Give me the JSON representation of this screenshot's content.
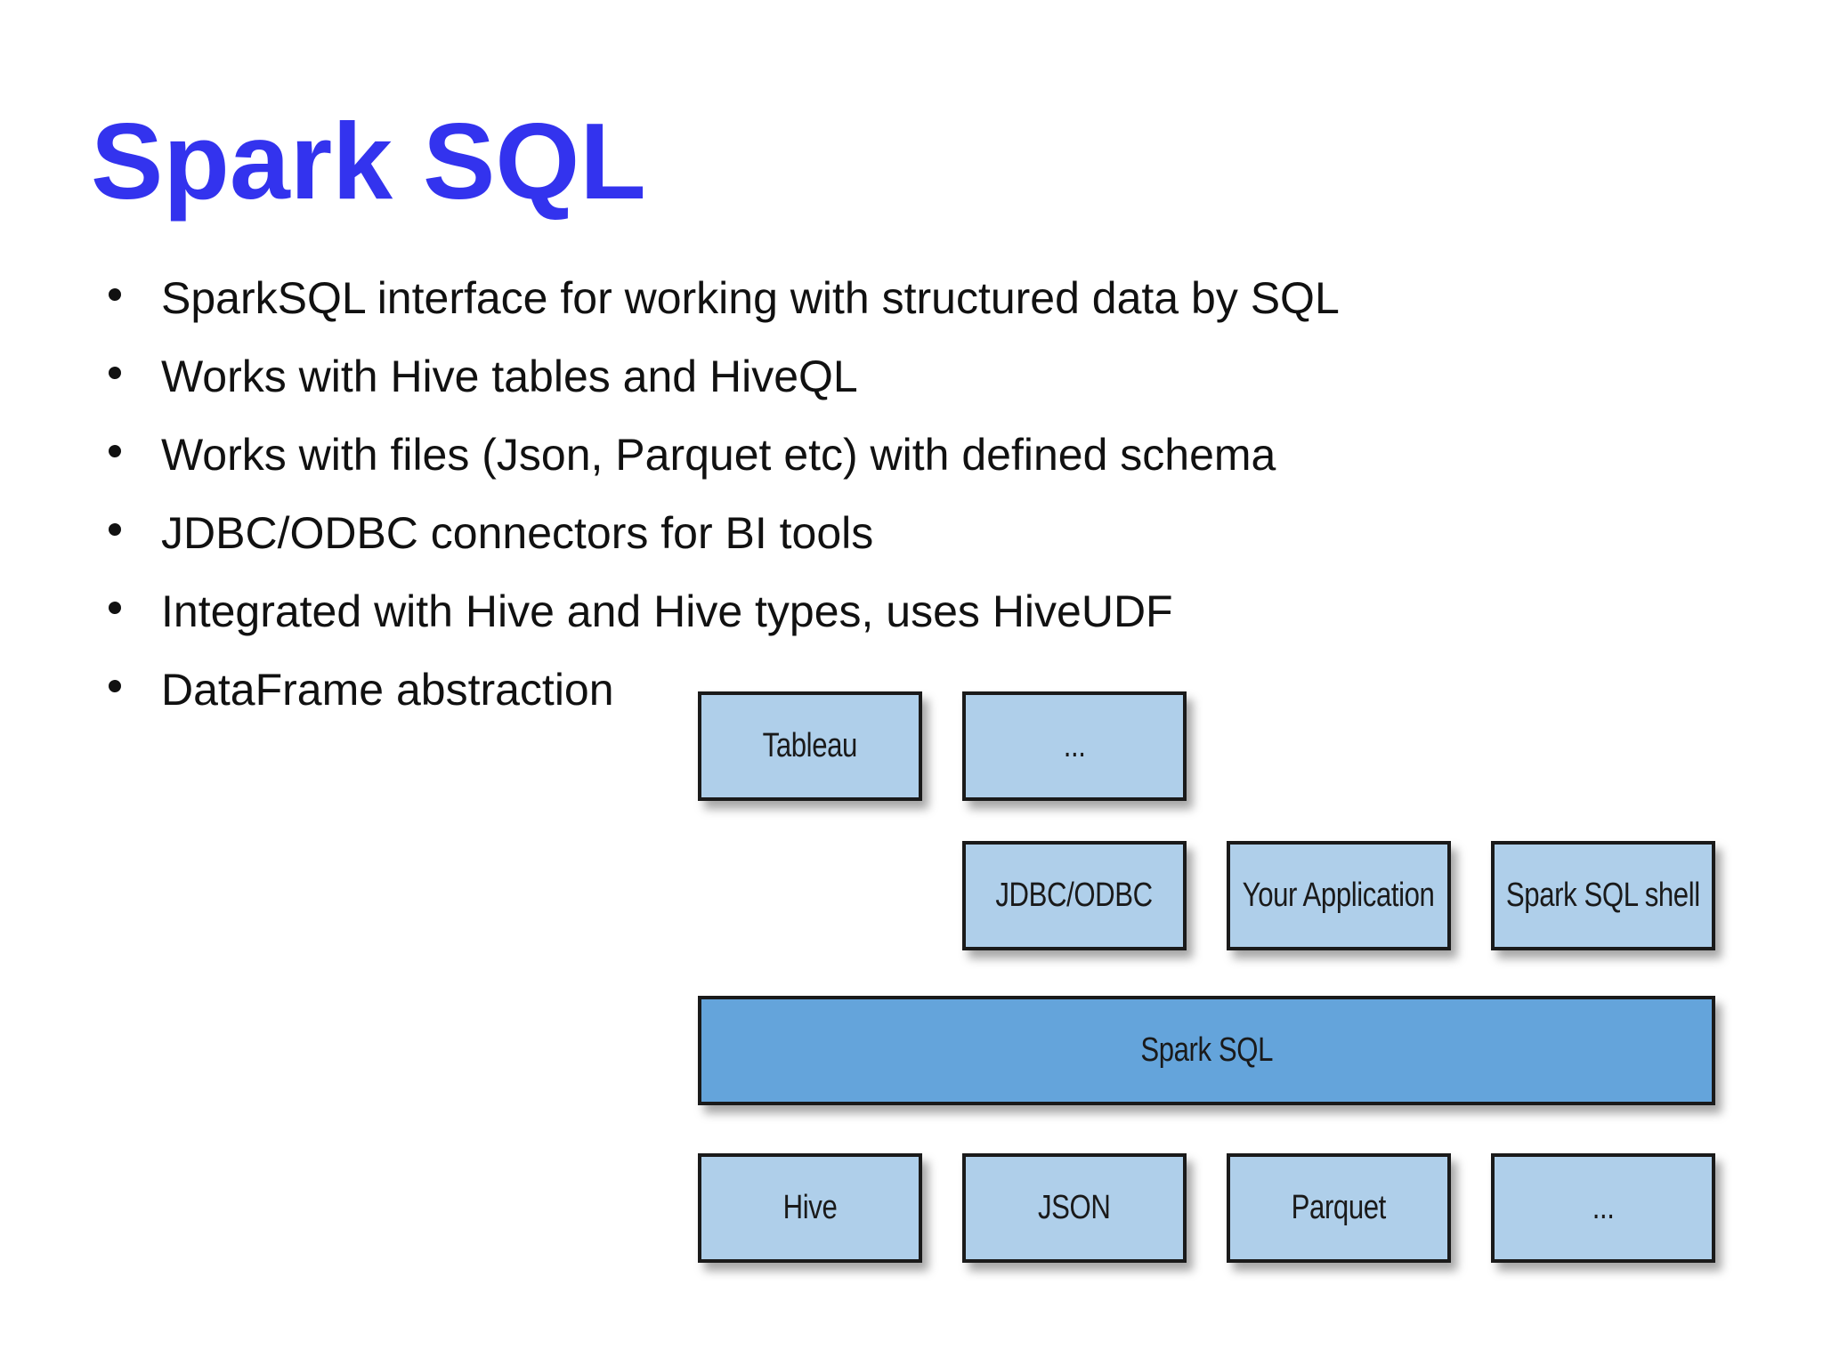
{
  "slide": {
    "title": "Spark SQL",
    "bullets": [
      "SparkSQL interface for working with structured data by SQL",
      "Works with Hive tables and HiveQL",
      "Works with files (Json, Parquet etc) with defined schema",
      "JDBC/ODBC connectors for BI tools",
      "Integrated with Hive and Hive types, uses HiveUDF",
      "DataFrame abstraction"
    ]
  },
  "diagram": {
    "colors": {
      "box_light": "#afcfea",
      "box_main": "#64a4db",
      "border": "#1a1a1a",
      "title": "#3333ee"
    },
    "row_tools": [
      "Tableau",
      "..."
    ],
    "row_interfaces": [
      "JDBC/ODBC",
      "Your Application",
      "Spark SQL shell"
    ],
    "core": "Spark SQL",
    "row_sources": [
      "Hive",
      "JSON",
      "Parquet",
      "..."
    ]
  }
}
